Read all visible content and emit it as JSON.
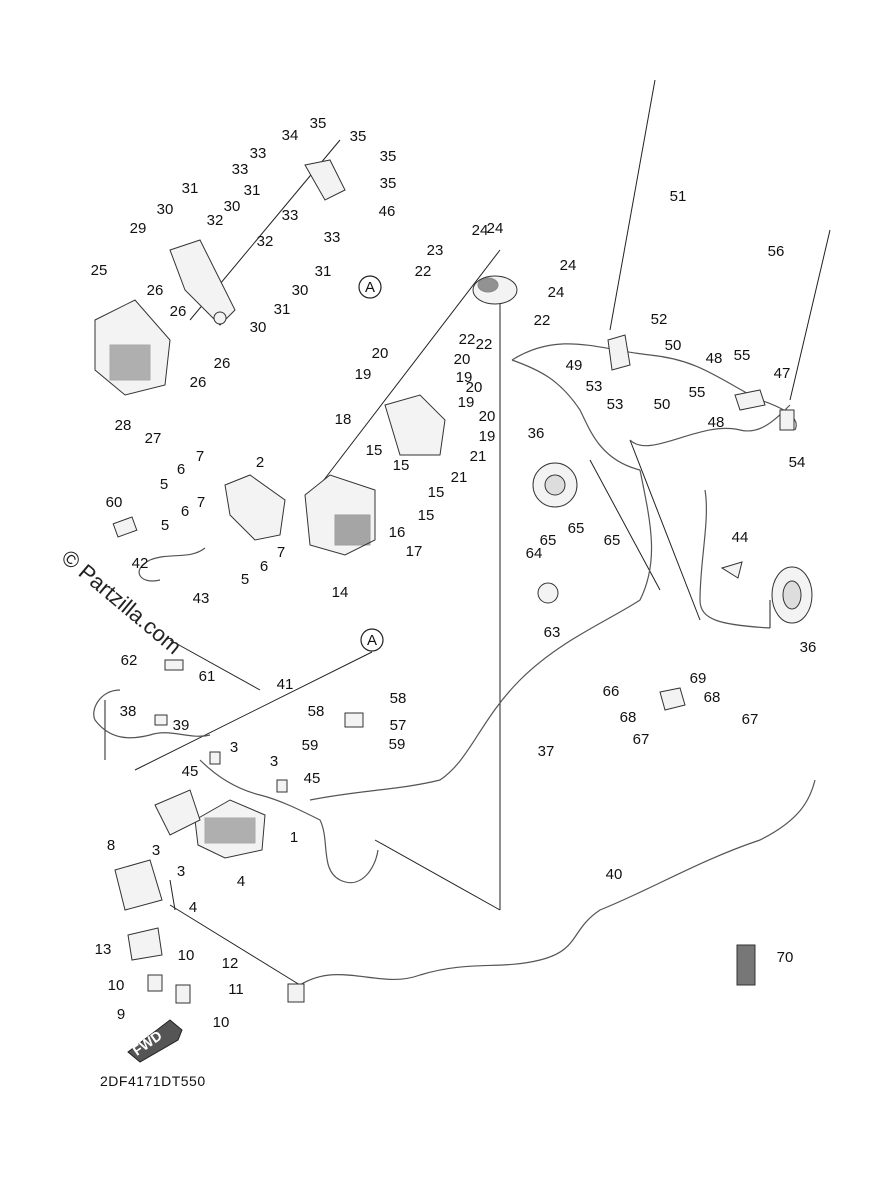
{
  "diagram": {
    "code": "2DF4171DT550",
    "watermark": "© Partzilla.com",
    "fwd_label": "FWD",
    "reference_marker": "A",
    "callouts": [
      {
        "id": "35a",
        "text": "35"
      },
      {
        "id": "34",
        "text": "34"
      },
      {
        "id": "35b",
        "text": "35"
      },
      {
        "id": "33a",
        "text": "33"
      },
      {
        "id": "35c",
        "text": "35"
      },
      {
        "id": "33b",
        "text": "33"
      },
      {
        "id": "35d",
        "text": "35"
      },
      {
        "id": "31a",
        "text": "31"
      },
      {
        "id": "30a",
        "text": "30"
      },
      {
        "id": "31b",
        "text": "31"
      },
      {
        "id": "32a",
        "text": "32"
      },
      {
        "id": "30b",
        "text": "30"
      },
      {
        "id": "33c",
        "text": "33"
      },
      {
        "id": "33d",
        "text": "33"
      },
      {
        "id": "46",
        "text": "46"
      },
      {
        "id": "29",
        "text": "29"
      },
      {
        "id": "32b",
        "text": "32"
      },
      {
        "id": "31c",
        "text": "31"
      },
      {
        "id": "30c",
        "text": "30"
      },
      {
        "id": "31d",
        "text": "31"
      },
      {
        "id": "30d",
        "text": "30"
      },
      {
        "id": "25",
        "text": "25"
      },
      {
        "id": "26a",
        "text": "26"
      },
      {
        "id": "26b",
        "text": "26"
      },
      {
        "id": "26c",
        "text": "26"
      },
      {
        "id": "26d",
        "text": "26"
      },
      {
        "id": "28",
        "text": "28"
      },
      {
        "id": "27",
        "text": "27"
      },
      {
        "id": "24a",
        "text": "24"
      },
      {
        "id": "24b",
        "text": "24"
      },
      {
        "id": "23",
        "text": "23"
      },
      {
        "id": "24c",
        "text": "24"
      },
      {
        "id": "22a",
        "text": "22"
      },
      {
        "id": "24d",
        "text": "24"
      },
      {
        "id": "22b",
        "text": "22"
      },
      {
        "id": "22c",
        "text": "22"
      },
      {
        "id": "22d",
        "text": "22"
      },
      {
        "id": "51",
        "text": "51"
      },
      {
        "id": "56",
        "text": "56"
      },
      {
        "id": "20a",
        "text": "20"
      },
      {
        "id": "19a",
        "text": "19"
      },
      {
        "id": "20b",
        "text": "20"
      },
      {
        "id": "19b",
        "text": "19"
      },
      {
        "id": "20c",
        "text": "20"
      },
      {
        "id": "19c",
        "text": "19"
      },
      {
        "id": "18",
        "text": "18"
      },
      {
        "id": "20d",
        "text": "20"
      },
      {
        "id": "19d",
        "text": "19"
      },
      {
        "id": "21a",
        "text": "21"
      },
      {
        "id": "21b",
        "text": "21"
      },
      {
        "id": "52",
        "text": "52"
      },
      {
        "id": "50a",
        "text": "50"
      },
      {
        "id": "49",
        "text": "49"
      },
      {
        "id": "53a",
        "text": "53"
      },
      {
        "id": "53b",
        "text": "53"
      },
      {
        "id": "50b",
        "text": "50"
      },
      {
        "id": "48a",
        "text": "48"
      },
      {
        "id": "55a",
        "text": "55"
      },
      {
        "id": "47",
        "text": "47"
      },
      {
        "id": "55b",
        "text": "55"
      },
      {
        "id": "48b",
        "text": "48"
      },
      {
        "id": "54",
        "text": "54"
      },
      {
        "id": "36a",
        "text": "36"
      },
      {
        "id": "15a",
        "text": "15"
      },
      {
        "id": "15b",
        "text": "15"
      },
      {
        "id": "15c",
        "text": "15"
      },
      {
        "id": "15d",
        "text": "15"
      },
      {
        "id": "16",
        "text": "16"
      },
      {
        "id": "17",
        "text": "17"
      },
      {
        "id": "14",
        "text": "14"
      },
      {
        "id": "7a",
        "text": "7"
      },
      {
        "id": "2",
        "text": "2"
      },
      {
        "id": "6a",
        "text": "6"
      },
      {
        "id": "5a",
        "text": "5"
      },
      {
        "id": "7b",
        "text": "7"
      },
      {
        "id": "6b",
        "text": "6"
      },
      {
        "id": "5b",
        "text": "5"
      },
      {
        "id": "7c",
        "text": "7"
      },
      {
        "id": "6c",
        "text": "6"
      },
      {
        "id": "5c",
        "text": "5"
      },
      {
        "id": "60",
        "text": "60"
      },
      {
        "id": "42",
        "text": "42"
      },
      {
        "id": "43",
        "text": "43"
      },
      {
        "id": "65a",
        "text": "65"
      },
      {
        "id": "65b",
        "text": "65"
      },
      {
        "id": "64",
        "text": "64"
      },
      {
        "id": "65c",
        "text": "65"
      },
      {
        "id": "44",
        "text": "44"
      },
      {
        "id": "63",
        "text": "63"
      },
      {
        "id": "36b",
        "text": "36"
      },
      {
        "id": "62",
        "text": "62"
      },
      {
        "id": "61",
        "text": "61"
      },
      {
        "id": "41",
        "text": "41"
      },
      {
        "id": "58a",
        "text": "58"
      },
      {
        "id": "58b",
        "text": "58"
      },
      {
        "id": "57",
        "text": "57"
      },
      {
        "id": "59a",
        "text": "59"
      },
      {
        "id": "59b",
        "text": "59"
      },
      {
        "id": "38",
        "text": "38"
      },
      {
        "id": "39",
        "text": "39"
      },
      {
        "id": "37",
        "text": "37"
      },
      {
        "id": "66",
        "text": "66"
      },
      {
        "id": "69",
        "text": "69"
      },
      {
        "id": "68a",
        "text": "68"
      },
      {
        "id": "68b",
        "text": "68"
      },
      {
        "id": "67a",
        "text": "67"
      },
      {
        "id": "67b",
        "text": "67"
      },
      {
        "id": "45a",
        "text": "45"
      },
      {
        "id": "3a",
        "text": "3"
      },
      {
        "id": "3b",
        "text": "3"
      },
      {
        "id": "45b",
        "text": "45"
      },
      {
        "id": "1",
        "text": "1"
      },
      {
        "id": "8",
        "text": "8"
      },
      {
        "id": "3c",
        "text": "3"
      },
      {
        "id": "3d",
        "text": "3"
      },
      {
        "id": "4a",
        "text": "4"
      },
      {
        "id": "4b",
        "text": "4"
      },
      {
        "id": "40",
        "text": "40"
      },
      {
        "id": "13",
        "text": "13"
      },
      {
        "id": "10a",
        "text": "10"
      },
      {
        "id": "12",
        "text": "12"
      },
      {
        "id": "10b",
        "text": "10"
      },
      {
        "id": "11",
        "text": "11"
      },
      {
        "id": "9",
        "text": "9"
      },
      {
        "id": "10c",
        "text": "10"
      },
      {
        "id": "70",
        "text": "70"
      }
    ]
  }
}
